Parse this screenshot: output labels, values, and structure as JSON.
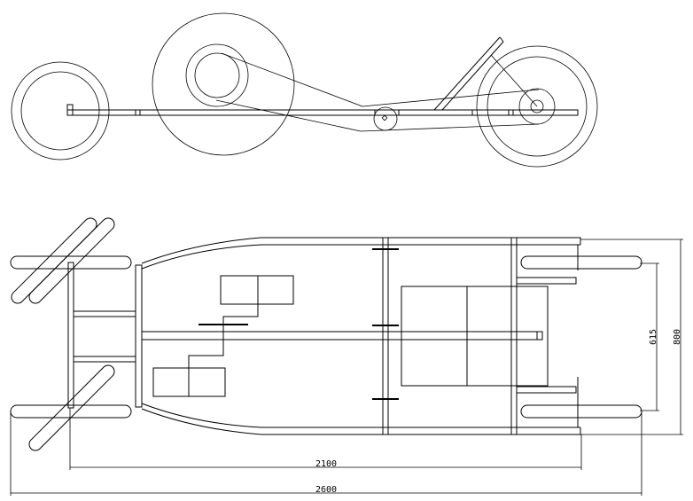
{
  "dimensions": {
    "wheelbase": "2100",
    "overall_length": "2600",
    "track_inner": "615",
    "overall_width": "800"
  },
  "colors": {
    "line": "#000000",
    "background": "#ffffff"
  }
}
